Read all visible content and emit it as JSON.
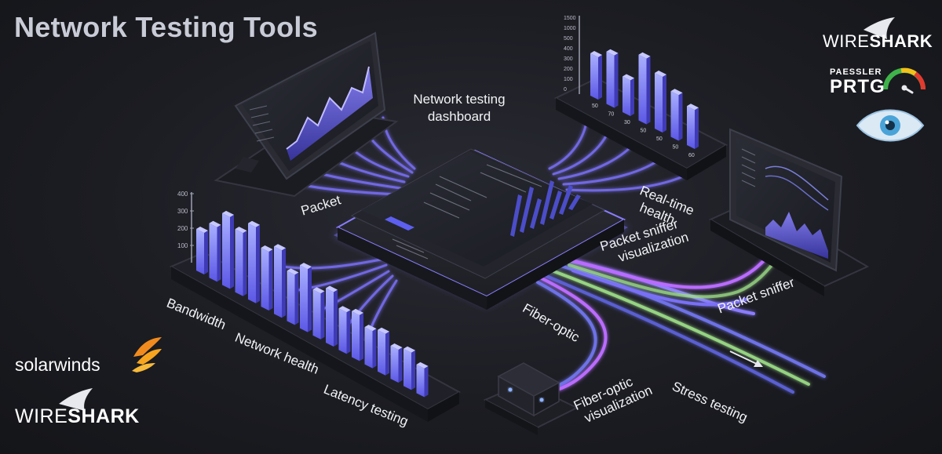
{
  "title": "Network Testing Tools",
  "labels": {
    "dashboard_line1": "Network testing",
    "dashboard_line2": "dashboard",
    "packet": "Packet",
    "realtime_line1": "Real-time",
    "realtime_line2": "health",
    "sniffer_vis_line1": "Packet sniffer",
    "sniffer_vis_line2": "visualization",
    "packet_sniffer": "Packet sniffer",
    "bandwidth": "Bandwidth",
    "network_health": "Network health",
    "latency_testing": "Latency testing",
    "fiber_optic": "Fiber-optic",
    "fiber_vis_line1": "Fiber-optic",
    "fiber_vis_line2": "visualization",
    "stress_testing": "Stress testing"
  },
  "brands": {
    "wireshark_part1": "WIRE",
    "wireshark_part2": "SHARK",
    "prtg_top": "PAESSLER",
    "prtg_main": "PRTG",
    "solarwinds": "solarwinds"
  },
  "left_chart_ticks": [
    "400",
    "300",
    "200",
    "100"
  ],
  "left_chart_bar_levels": [
    0.3,
    0.45,
    0.65,
    0.55,
    0.7,
    0.5,
    0.6,
    0.4,
    0.55,
    0.35,
    0.45,
    0.3,
    0.35,
    0.25,
    0.3,
    0.2,
    0.25,
    0.15
  ],
  "top_chart_ticks": [
    "1500",
    "1000",
    "500",
    "400",
    "300",
    "200",
    "100",
    "0"
  ],
  "top_chart_bar_levels": [
    0.4,
    0.55,
    0.3,
    0.75,
    0.6,
    0.45,
    0.35
  ],
  "top_chart_bar_labels": [
    "50",
    "70",
    "30",
    "50",
    "50",
    "50",
    "60"
  ],
  "colors": {
    "accent": "#6f6cf5",
    "glow": "#8f7bff",
    "fiber_green": "#9fe08a",
    "fiber_purple": "#b96cff"
  },
  "icons": [
    "shark-fin-icon",
    "gauge-icon",
    "eye-icon",
    "solarwinds-flame-icon",
    "arrow-right-icon"
  ]
}
